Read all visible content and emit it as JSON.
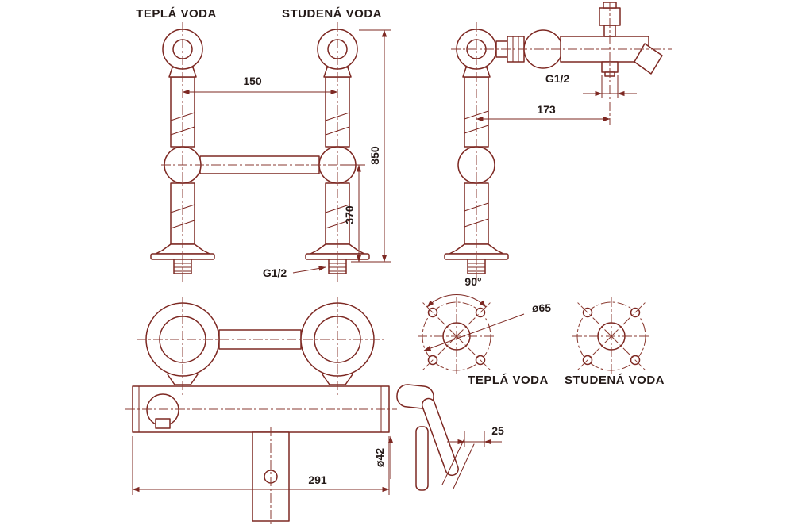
{
  "page": {
    "background": "#ffffff"
  },
  "drawing": {
    "type": "technical-drawing",
    "subject": "bath mixer tap with standpipes, three views and mounting hole layout",
    "colors": {
      "line": "#7d2822",
      "centerline": "#8a3a30",
      "text": "#241a18",
      "background": "#ffffff"
    },
    "front_view": {
      "label_hot": "TEPLÁ VODA",
      "label_cold": "STUDENÁ VODA",
      "dim_pitch": "150",
      "dim_height": "850",
      "dim_lower": "370",
      "thread": "G1/2"
    },
    "side_view": {
      "thread": "G1/2",
      "dim_reach": "173"
    },
    "plan_view": {
      "dim_width": "291",
      "dim_lever_offset": "25",
      "dia_spout": "ø42"
    },
    "mounting_view": {
      "angle": "90°",
      "bolt_circle": "ø65",
      "label_hot": "TEPLÁ VODA",
      "label_cold": "STUDENÁ VODA"
    }
  }
}
